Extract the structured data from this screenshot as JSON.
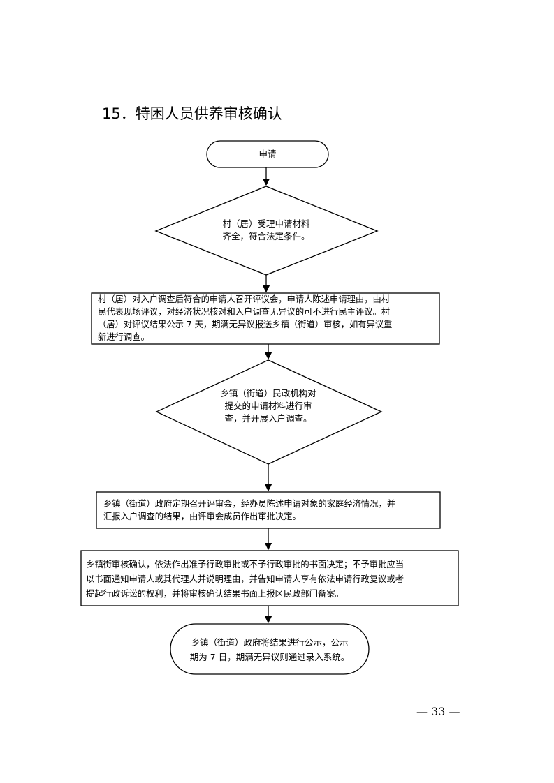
{
  "title": "15．特困人员供养审核确认",
  "flow": {
    "start": "申请",
    "decision1": "村（居）受理申请材料\n齐全，符合法定条件。",
    "step1": "村（居）对入户调查后符合的申请人召开评议会，申请人陈述申请理由，由村\n民代表现场评议，对经济状况核对和入户调查无异议的可不进行民主评议。村\n（居）对评议结果公示 7 天，期满无异议报送乡镇（街道）审核，如有异议重\n新进行调查。",
    "decision2": "乡镇（街道）民政机构对\n提交的申请材料进行审\n查，并开展入户调查。",
    "step2": "乡镇（街道）政府定期召开评审会，经办员陈述申请对象的家庭经济情况，并\n汇报入户调查的结果，由评审会成员作出审批决定。",
    "step3": "乡镇街审核确认，依法作出准予行政审批或不予行政审批的书面决定；不予审批应当\n以书面通知申请人或其代理人并说明理由，并告知申请人享有依法申请行政复议或者\n提起行政诉讼的权利，并将审核确认结果书面上报区民政部门备案。",
    "end": "乡镇（街道）政府将结果进行公示，公示\n期为 7 日，期满无异议则通过录入系统。"
  },
  "page_number": "— 33 —"
}
